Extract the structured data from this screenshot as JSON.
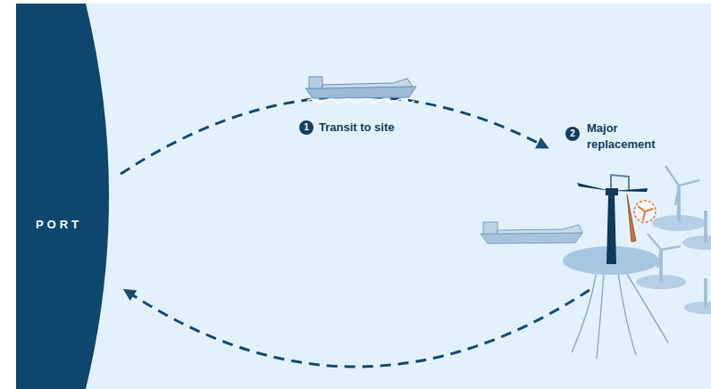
{
  "diagram": {
    "nodes": [
      {
        "text": [
          "PORT"
        ]
      }
    ],
    "labels": [
      "1",
      "Transit to site",
      "2",
      "Major replacement"
    ]
  }
}
